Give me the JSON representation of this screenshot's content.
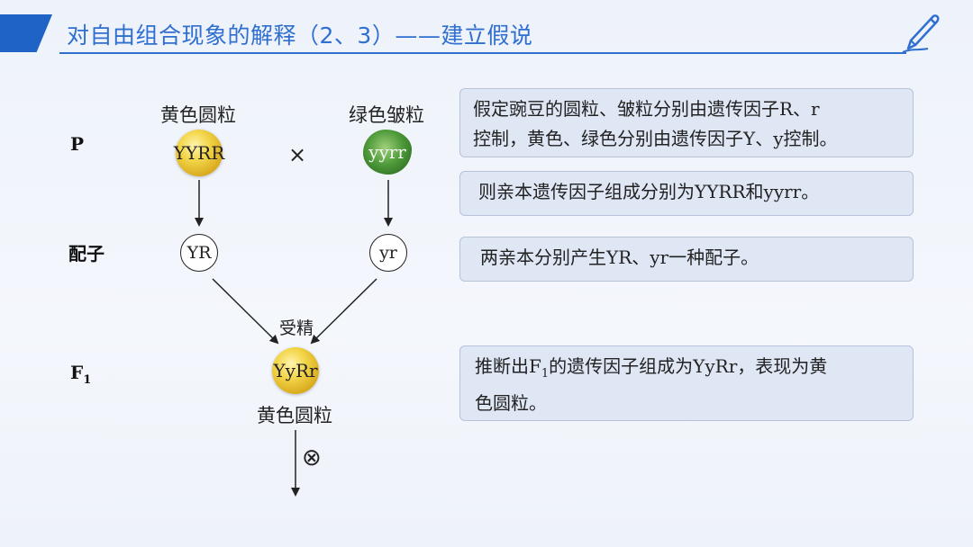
{
  "title": {
    "text": "对自由组合现象的解释（2、3）——建立假说",
    "accent_color": "#1f63c6"
  },
  "labels": {
    "p": "P",
    "gametes": "配子",
    "f1_main": "F",
    "f1_sub": "1"
  },
  "parents": {
    "left_label": "黄色圆粒",
    "left_genotype": "YYRR",
    "cross_symbol": "×",
    "right_label": "绿色皱粒",
    "right_genotype": "yyrr"
  },
  "gametes": {
    "left": "YR",
    "right": "yr"
  },
  "fertilization": "受精",
  "f1": {
    "genotype": "YyRr",
    "label": "黄色圆粒"
  },
  "self_symbol": "⊗",
  "boxes": {
    "b1_line1": "假定豌豆的圆粒、皱粒分别由遗传因子R、r",
    "b1_line2": "控制，黄色、绿色分别由遗传因子Y、y控制。",
    "b2": "则亲本遗传因子组成分别为YYRR和yyrr。",
    "b3": "两亲本分别产生YR、yr一种配子。",
    "b4_pre": "推断出F",
    "b4_sub": "1",
    "b4_post": "的遗传因子组成为YyRr，表现为黄",
    "b4_line2": "色圆粒。"
  },
  "icons": {
    "pen": "pen-icon"
  }
}
